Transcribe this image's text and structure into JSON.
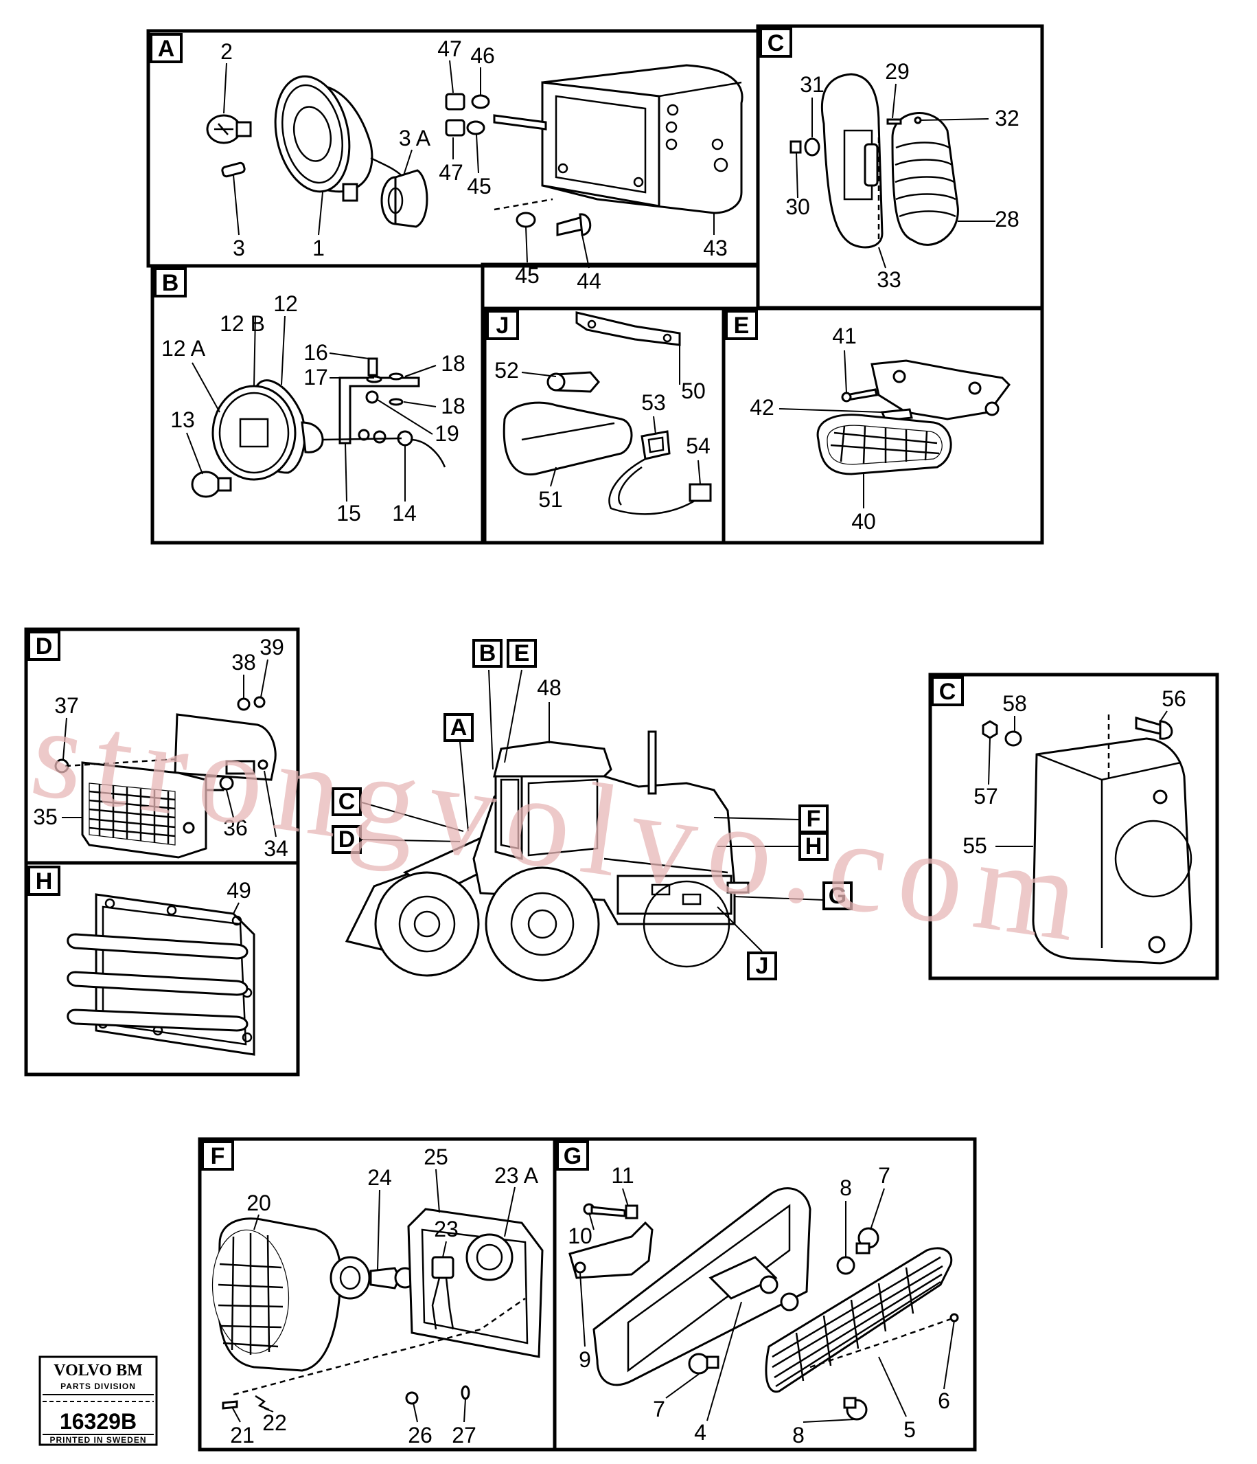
{
  "panels": {
    "A": "A",
    "B": "B",
    "C": "C",
    "D": "D",
    "E": "E",
    "F": "F",
    "G": "G",
    "H": "H",
    "J": "J",
    "C2": "C"
  },
  "machine_tags": [
    "B",
    "E",
    "A",
    "C",
    "D",
    "F",
    "H",
    "G",
    "J"
  ],
  "callouts": {
    "a": [
      "2",
      "47",
      "46",
      "3 A",
      "47",
      "45",
      "3",
      "1",
      "45",
      "44",
      "43"
    ],
    "c": [
      "29",
      "31",
      "32",
      "30",
      "28",
      "33"
    ],
    "b": [
      "12 B",
      "12",
      "12 A",
      "16",
      "18",
      "17",
      "18",
      "13",
      "19",
      "15",
      "14"
    ],
    "j": [
      "52",
      "50",
      "53",
      "54",
      "51"
    ],
    "e": [
      "41",
      "42",
      "40"
    ],
    "d": [
      "39",
      "38",
      "37",
      "35",
      "36",
      "34"
    ],
    "h": [
      "49"
    ],
    "machine": [
      "48"
    ],
    "c2": [
      "58",
      "56",
      "57",
      "55"
    ],
    "f": [
      "25",
      "24",
      "23 A",
      "20",
      "23",
      "21",
      "22",
      "26",
      "27"
    ],
    "g": [
      "11",
      "8",
      "7",
      "10",
      "9",
      "7",
      "4",
      "8",
      "5",
      "6"
    ]
  },
  "logo": {
    "brand": "VOLVO BM",
    "division": "PARTS DIVISION",
    "number": "16329B",
    "printed": "PRINTED IN SWEDEN"
  },
  "watermark": "strongvolvo.com"
}
